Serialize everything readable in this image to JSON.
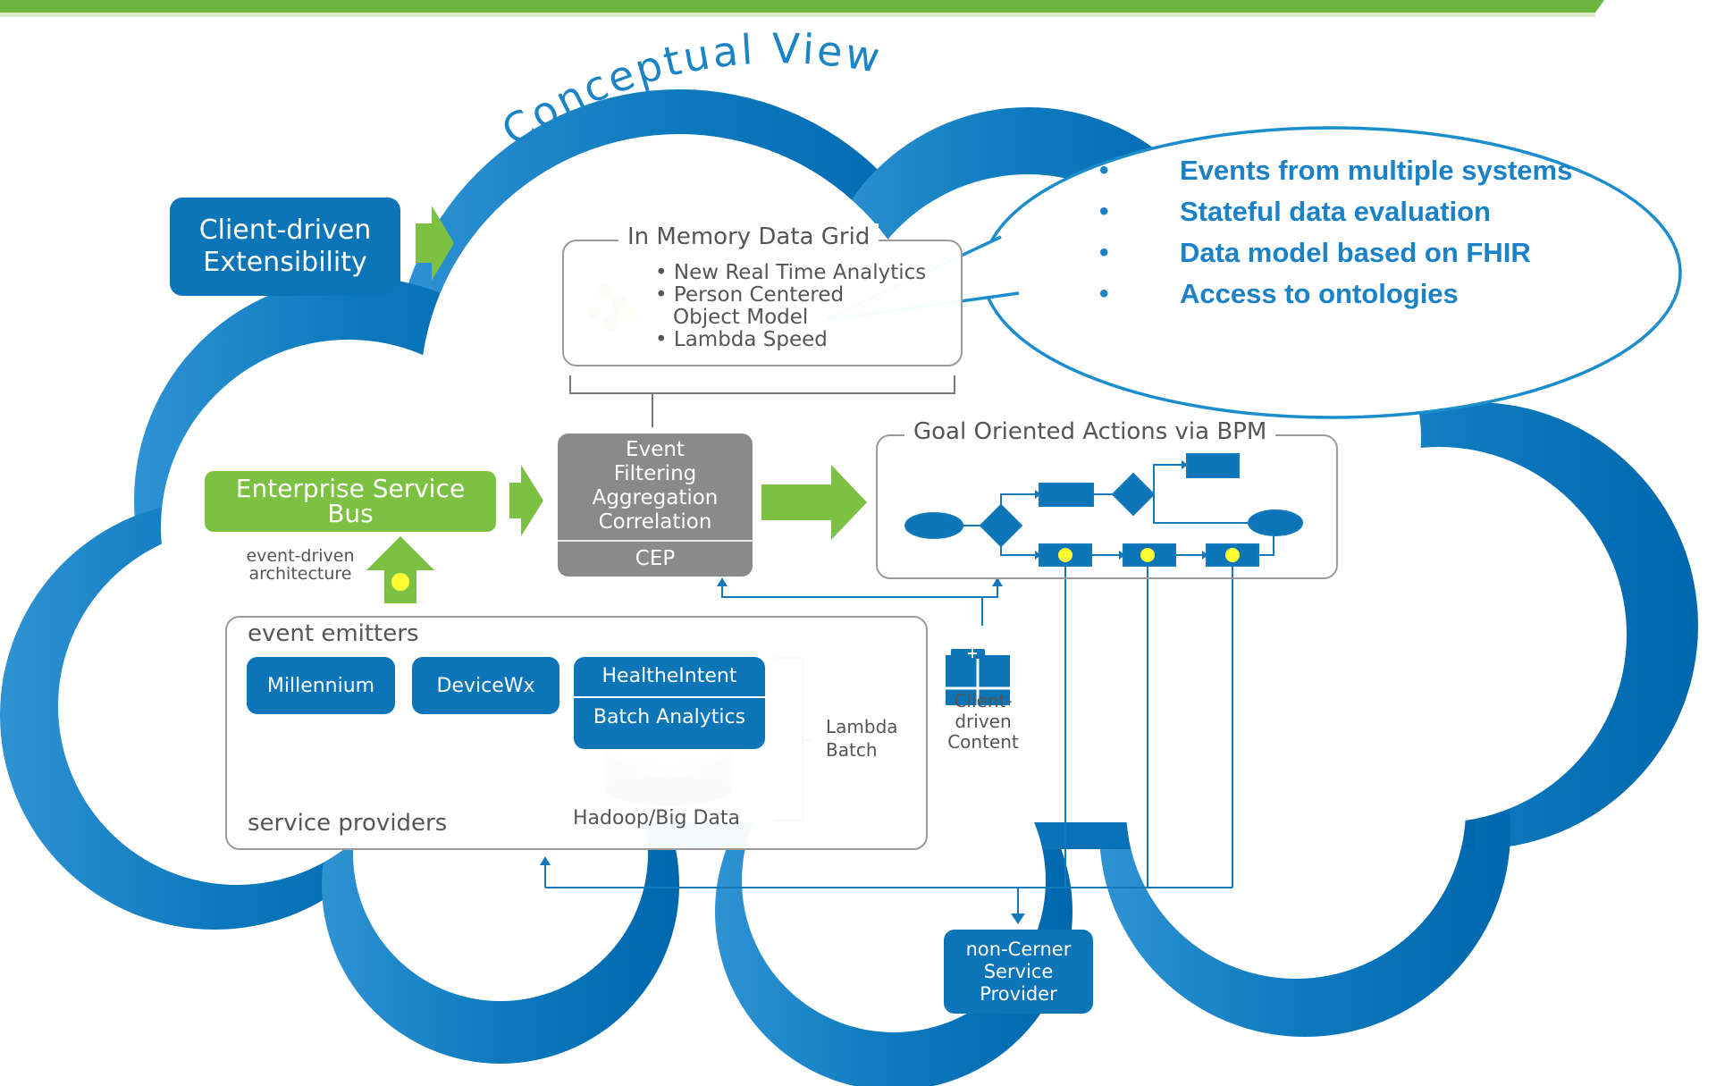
{
  "diagram": {
    "title": "Conceptual View",
    "callout": {
      "bullets": [
        "Events from multiple systems",
        "Stateful data evaluation",
        "Data model based on FHIR",
        "Access to ontologies"
      ]
    },
    "client_extensibility": {
      "line1": "Client-driven",
      "line2": "Extensibility"
    },
    "memory_grid": {
      "title": "In Memory Data Grid",
      "items": [
        "• New Real Time Analytics",
        "• Person Centered",
        "Object Model",
        "• Lambda Speed"
      ]
    },
    "esb": {
      "line1": "Enterprise Service",
      "line2": "Bus"
    },
    "event_driven": {
      "line1": "event-driven",
      "line2": "architecture"
    },
    "cep": {
      "lines": [
        "Event",
        "Filtering",
        "Aggregation",
        "Correlation"
      ],
      "footer": "CEP"
    },
    "goal": {
      "title": "Goal Oriented Actions via BPM"
    },
    "emitters": {
      "title": "event emitters",
      "subtitle": "service providers",
      "millennium": "Millennium",
      "devicewx": "DeviceWx",
      "healtheintent": "HealtheIntent",
      "batch_analytics": "Batch Analytics",
      "hadoop": "Hadoop/Big Data",
      "lambda": [
        "Lambda",
        "Batch"
      ]
    },
    "client_content": [
      "Client-",
      "driven",
      "Content"
    ],
    "non_cerner": [
      "non-Cerner",
      "Service",
      "Provider"
    ],
    "colors": {
      "blue": "#0b75b8",
      "green": "#7dc142",
      "gray": "#8a8a8a",
      "callout_text": "#1b82c8",
      "top_bar": "#6cb33f"
    }
  }
}
